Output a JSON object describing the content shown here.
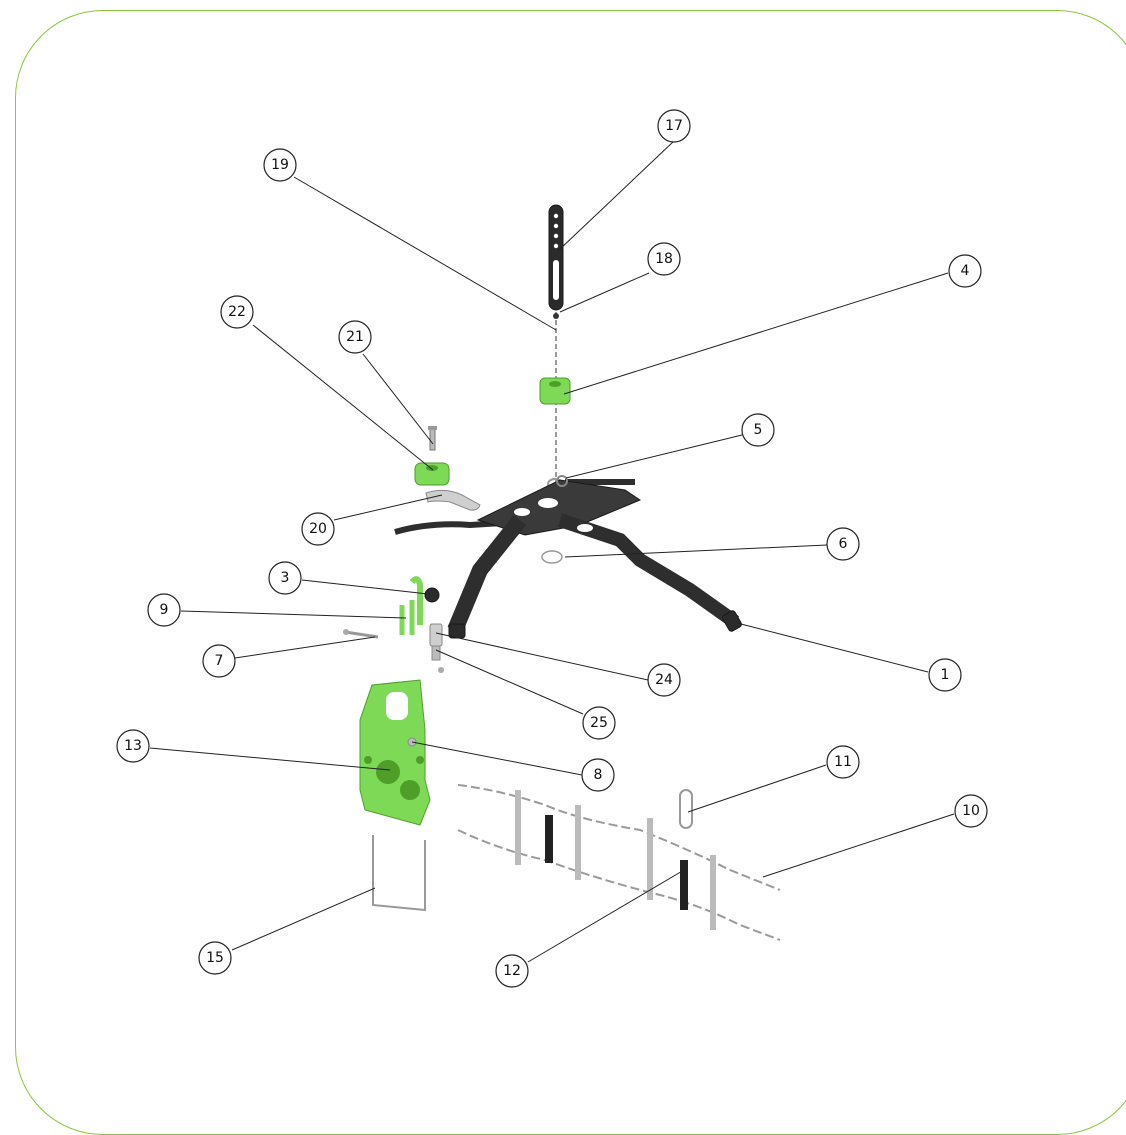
{
  "diagram": {
    "frame_color": "#8cc63f",
    "part_color_green": "#7ed957",
    "part_color_dark": "#2b2b2b",
    "callouts": [
      {
        "id": "c17",
        "label": "17"
      },
      {
        "id": "c19",
        "label": "19"
      },
      {
        "id": "c18",
        "label": "18"
      },
      {
        "id": "c4",
        "label": "4"
      },
      {
        "id": "c22",
        "label": "22"
      },
      {
        "id": "c21",
        "label": "21"
      },
      {
        "id": "c5",
        "label": "5"
      },
      {
        "id": "c20",
        "label": "20"
      },
      {
        "id": "c6",
        "label": "6"
      },
      {
        "id": "c3",
        "label": "3"
      },
      {
        "id": "c9",
        "label": "9"
      },
      {
        "id": "c7",
        "label": "7"
      },
      {
        "id": "c1",
        "label": "1"
      },
      {
        "id": "c24",
        "label": "24"
      },
      {
        "id": "c25",
        "label": "25"
      },
      {
        "id": "c13",
        "label": "13"
      },
      {
        "id": "c8",
        "label": "8"
      },
      {
        "id": "c11",
        "label": "11"
      },
      {
        "id": "c10",
        "label": "10"
      },
      {
        "id": "c15",
        "label": "15"
      },
      {
        "id": "c12",
        "label": "12"
      }
    ]
  }
}
